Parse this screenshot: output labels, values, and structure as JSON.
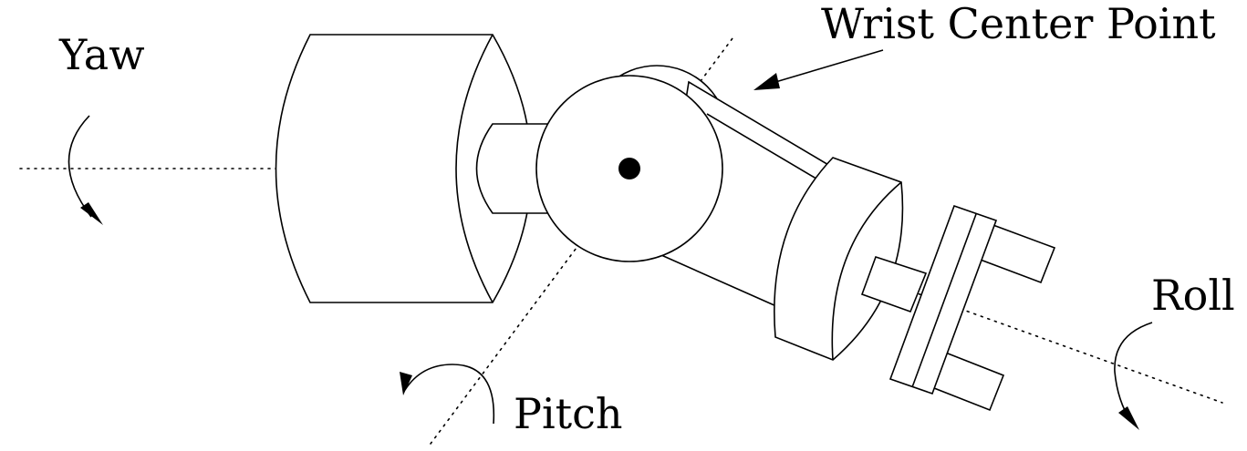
{
  "labels": {
    "yaw": "Yaw",
    "wrist_center_point": "Wrist Center Point",
    "pitch": "Pitch",
    "roll": "Roll"
  },
  "colors": {
    "stroke": "#000000",
    "background": "#ffffff"
  }
}
